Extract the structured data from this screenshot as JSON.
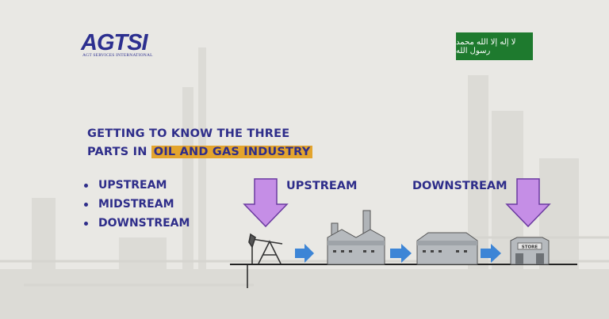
{
  "logo": {
    "name": "AGTSI",
    "tagline": "AGT SERVICES INTERNATIONAL"
  },
  "flag": {
    "inscription": "لا إله إلا الله محمد رسول الله"
  },
  "headline": {
    "line1": "GETTING TO KNOW THE THREE",
    "line2_prefix": "PARTS IN ",
    "line2_highlight": "OIL AND GAS INDUSTRY"
  },
  "parts": [
    "UPSTREAM",
    "MIDSTREAM",
    "DOWNSTREAM"
  ],
  "diagram": {
    "upstream_label": "UPSTREAM",
    "downstream_label": "DOWNSTREAM",
    "store_sign": "STORE"
  },
  "colors": {
    "brand_blue": "#2e2d8a",
    "highlight": "#e3a42d",
    "arrow_purple": "#c58ee6",
    "flow_arrow": "#3d85d6",
    "flag_green": "#1e7a2e"
  }
}
